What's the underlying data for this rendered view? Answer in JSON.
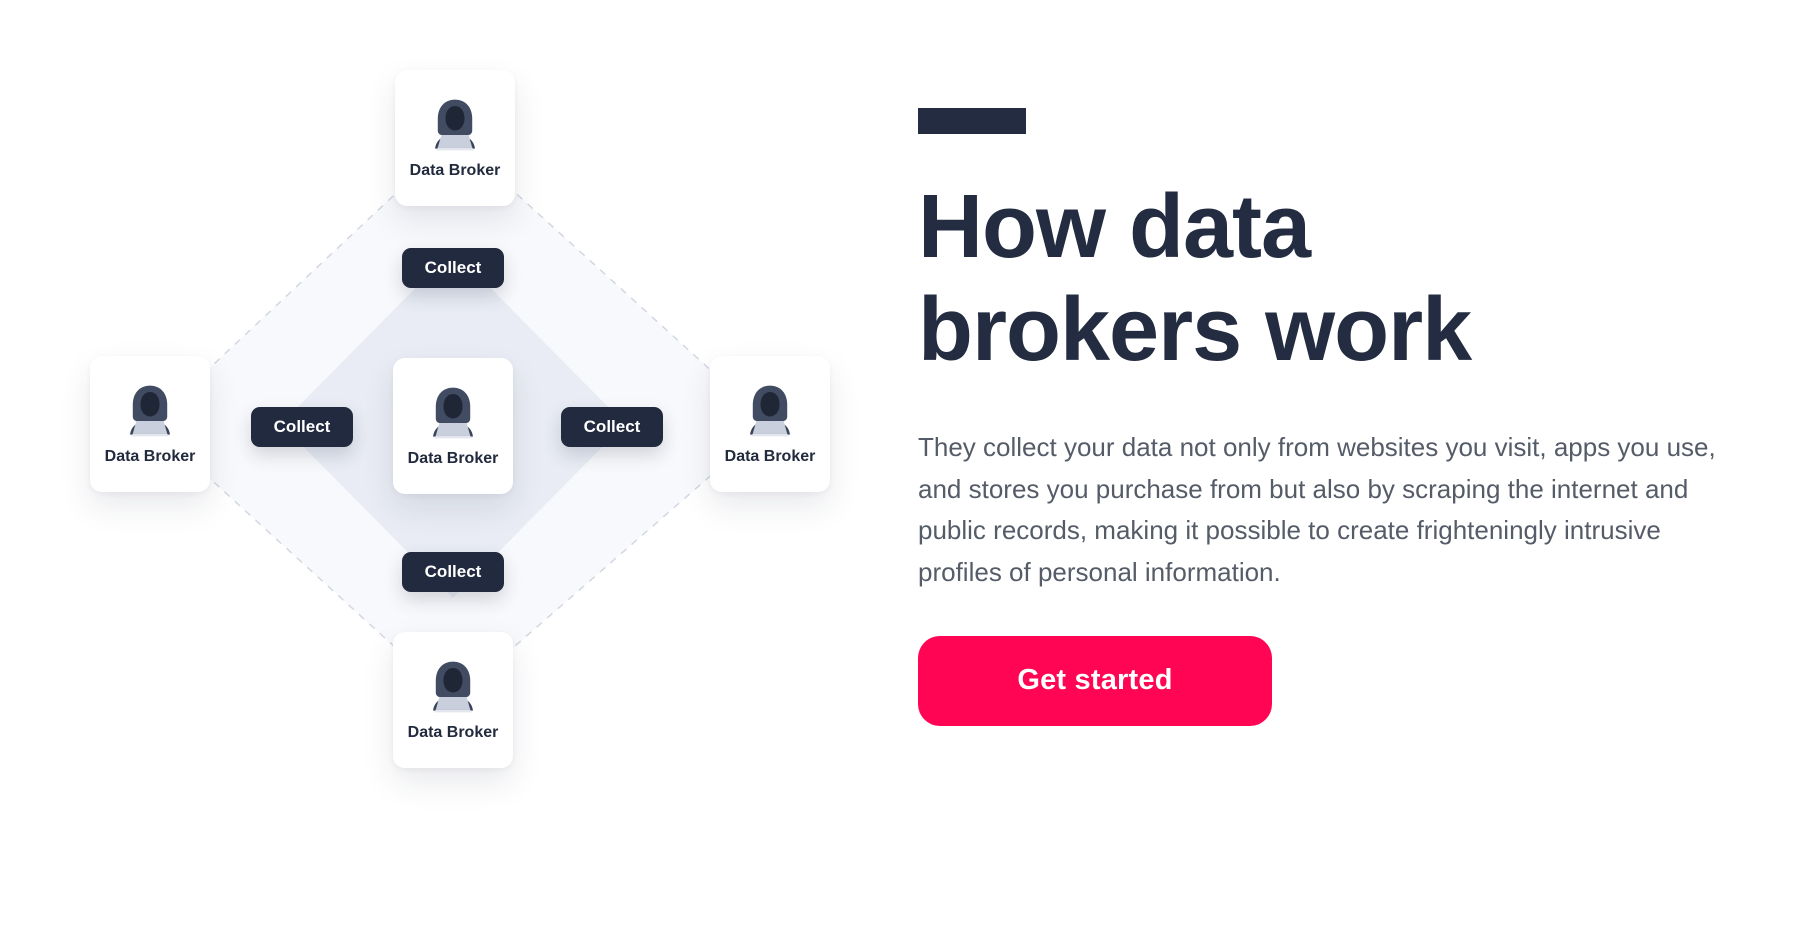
{
  "diagram": {
    "broker_label": "Data Broker",
    "collect_label": "Collect"
  },
  "content": {
    "title_line1": "How data",
    "title_line2": "brokers work",
    "paragraph": "They collect your data not only from websites you visit, apps you use, and stores you purchase from but also by scraping the internet and public records, making it possible to create frighteningly intrusive profiles of personal information.",
    "cta_label": "Get started"
  },
  "colors": {
    "navy": "#232C41",
    "pink": "#FF0554",
    "body_text": "#555C68",
    "inner_diamond_fill": "#E9ECF4",
    "dashed_line": "#D3D7E0"
  }
}
